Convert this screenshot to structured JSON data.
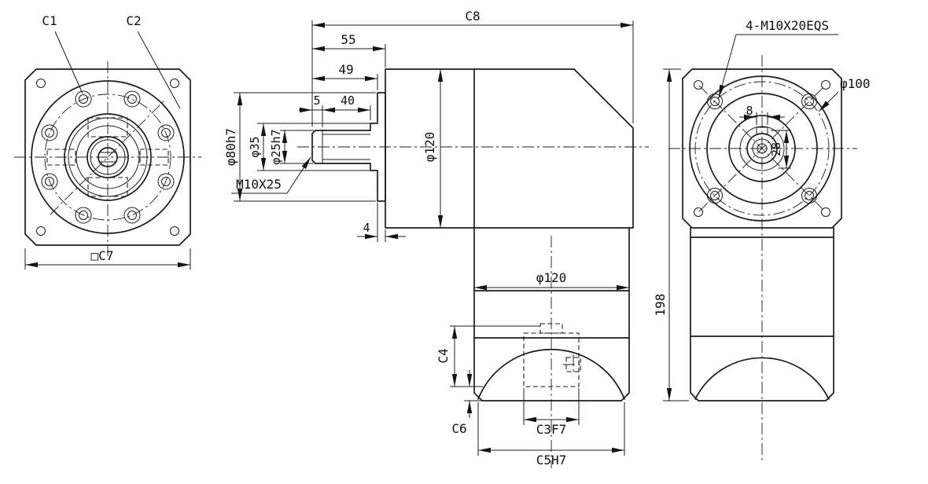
{
  "drawing": {
    "front_view": {
      "c1": "C1",
      "c2": "C2",
      "c7": "□C7"
    },
    "side_view": {
      "c8": "C8",
      "len55": "55",
      "len49": "49",
      "len5": "5",
      "len40": "40",
      "d80": "φ80h7",
      "d35": "φ35",
      "d25": "φ25h7",
      "tap": "M10X25",
      "t4": "4",
      "d120_body": "φ120",
      "d120_flange": "φ120",
      "c4": "C4",
      "c6": "C6",
      "c3": "C3F7",
      "c5": "C5H7"
    },
    "rear_view": {
      "bolt_callout": "4-M10X20EQS",
      "d100": "φ100",
      "k28": "28",
      "k8": "8",
      "h198": "198"
    }
  },
  "colors": {
    "line": "#1c1c1c",
    "background": "#ffffff"
  }
}
